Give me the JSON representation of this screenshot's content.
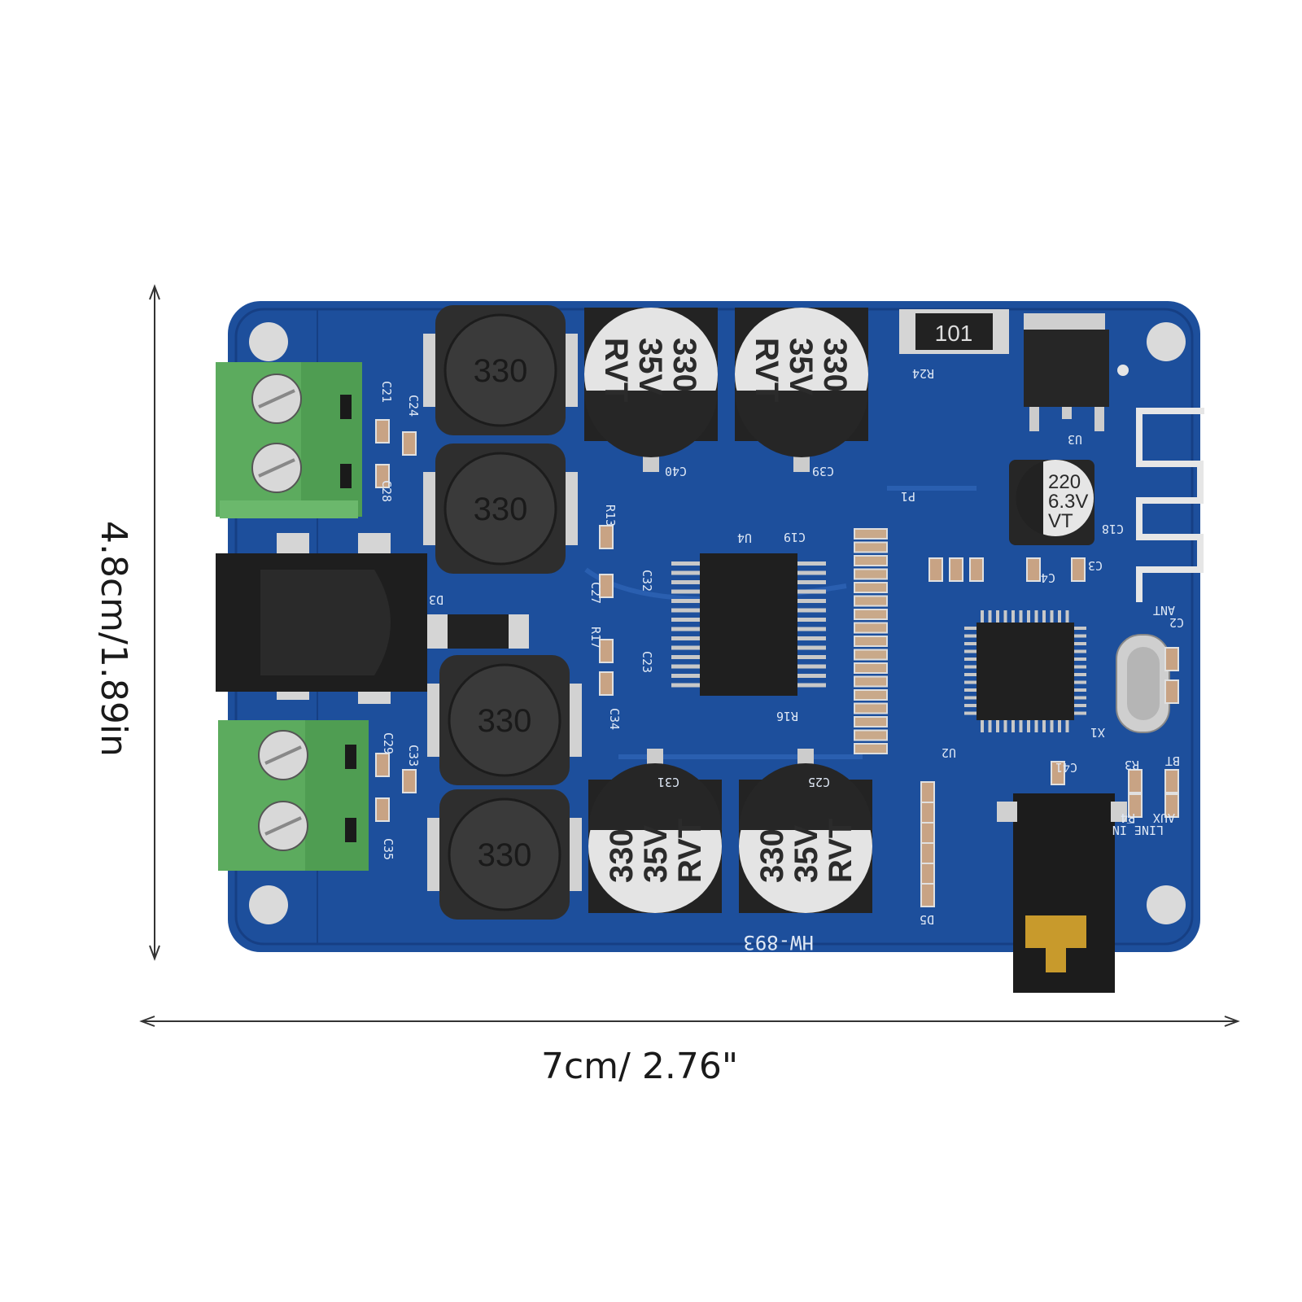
{
  "dimensions": {
    "height_label": "4.8cm/1.89in",
    "width_label": "7cm/ 2.76\""
  },
  "board": {
    "model_label": "HW-893",
    "inductor_marking": "330",
    "capacitor_marking": [
      "330",
      "35V",
      "RVT"
    ],
    "small_cap_marking": [
      "220",
      "6.3V",
      "VT"
    ],
    "resistor_marking": "101",
    "silkscreen": {
      "c40": "C40",
      "c39": "C39",
      "c31": "C31",
      "c25": "C25",
      "u4": "U4",
      "u3": "U3",
      "u2": "U2",
      "r24": "R24",
      "c18": "C18",
      "c19": "C19",
      "x1": "X1",
      "d5": "D5",
      "d3": "D3",
      "ant": "ANT",
      "line_in": "LINE_IN",
      "aux": "AUX",
      "bt": "BT",
      "r16": "R16",
      "c21": "C21",
      "c24": "C24",
      "c28": "C28",
      "c29": "C29",
      "c33": "C33",
      "c35": "C35",
      "r13": "R13",
      "c32": "C32",
      "c27": "C27",
      "r17": "R17",
      "c23": "C23",
      "c34": "C34",
      "p1": "P1",
      "r3": "R3",
      "r4": "R4",
      "c2": "C2",
      "c3": "C3",
      "c4": "C4",
      "c41": "C41"
    },
    "colors": {
      "pcb": "#1d4f9c",
      "pcb_dark": "#153e83",
      "terminal": "#5cab5e",
      "component_black": "#2b2b2b",
      "solder": "#d9d9d9"
    }
  }
}
